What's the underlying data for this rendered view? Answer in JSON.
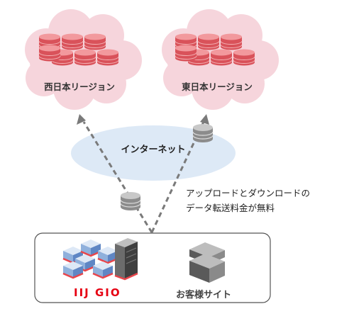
{
  "regions": {
    "west": "西日本リージョン",
    "east": "東日本リージョン"
  },
  "internet": "インターネット",
  "note": {
    "line1": "アップロードとダウンロードの",
    "line2": "データ転送料金が無料"
  },
  "provider": {
    "brand": "IIJ GIO",
    "brand_color": "#e60012"
  },
  "customer_site": "お客様サイト",
  "colors": {
    "cloud_fill": "#f6d5dc",
    "internet_fill": "#dde9f6",
    "db_red": "#e8656b",
    "db_grey": "#9a9a9a",
    "arrow": "#7a7a7a",
    "box_border": "#555555"
  },
  "icons": {
    "west_db": "database-cluster-icon",
    "east_db": "database-cluster-icon",
    "transfer_disk": "disk-icon",
    "iij_servers": "server-rack-icon",
    "customer_server": "server-icon"
  }
}
